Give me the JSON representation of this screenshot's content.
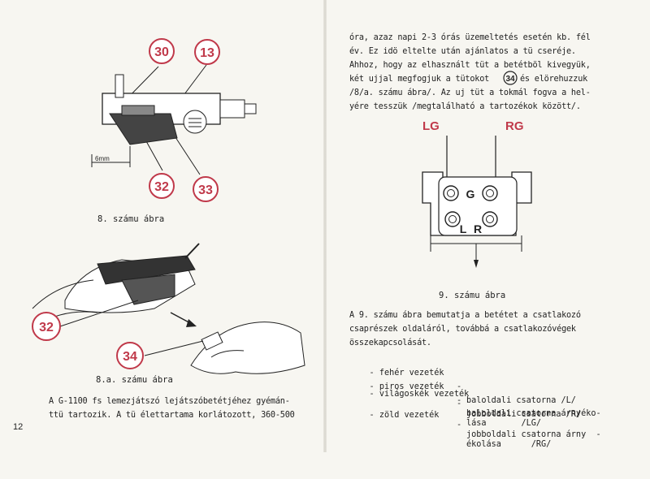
{
  "left": {
    "fig8": {
      "callouts": [
        "30",
        "13",
        "32",
        "33"
      ],
      "dimension_label": "6mm",
      "caption": "8. számu ábra"
    },
    "fig8a": {
      "callouts": [
        "32",
        "34"
      ],
      "caption": "8.a. számu ábra"
    },
    "body_text": [
      "A G-1100 fs lemezjátszó lejátszóbetétjéhez gyémán-",
      "ttü tartozik. A tü élettartama korlátozott, 360-500"
    ],
    "page_number": "12"
  },
  "right": {
    "top_text": [
      "óra, azaz napi 2-3 órás üzemeltetés esetén kb. fél",
      "év. Ez idö eltelte után ajánlatos a tü cseréje.",
      "Ahhoz, hogy az elhasznált tüt a betétböl kivegyük,",
      "két ujjal megfogjuk a tütokot",
      "és elörehuzzuk",
      "/8/a. számu ábra/. Az uj tüt a tokmál fogva a hel-",
      "yére tesszük /megtalálható a tartozékok között/."
    ],
    "inline_callout": "34",
    "fig9": {
      "label_lg": "LG",
      "label_rg": "RG",
      "pin_g": "G",
      "pin_l": "L",
      "pin_r": "R",
      "caption": "9. számu ábra"
    },
    "desc_text": [
      "A 9. számu ábra bemutatja a betétet a csatlakozó",
      "csaprészek oldaláról, továbbá a csatlakozóvégek",
      "összekapcsolását."
    ],
    "wires": [
      {
        "wire": "- fehér vezeték",
        "sep": "-",
        "desc": "baloldali csatorna /L/"
      },
      {
        "wire": "- piros vezeték",
        "sep": "-",
        "desc": "jobboldali csatorna /R/"
      },
      {
        "wire": "- világoskék vezeték",
        "sep": "-",
        "desc": "baloldali csatorna árnyéko-\nlása       /LG/"
      },
      {
        "wire": "- zöld vezeték",
        "sep": "-",
        "desc": "jobboldali csatorna árny  -\nékolása      /RG/"
      }
    ]
  },
  "colors": {
    "callout": "#c0394a",
    "ink": "#222222",
    "paper": "#f7f6f1"
  }
}
